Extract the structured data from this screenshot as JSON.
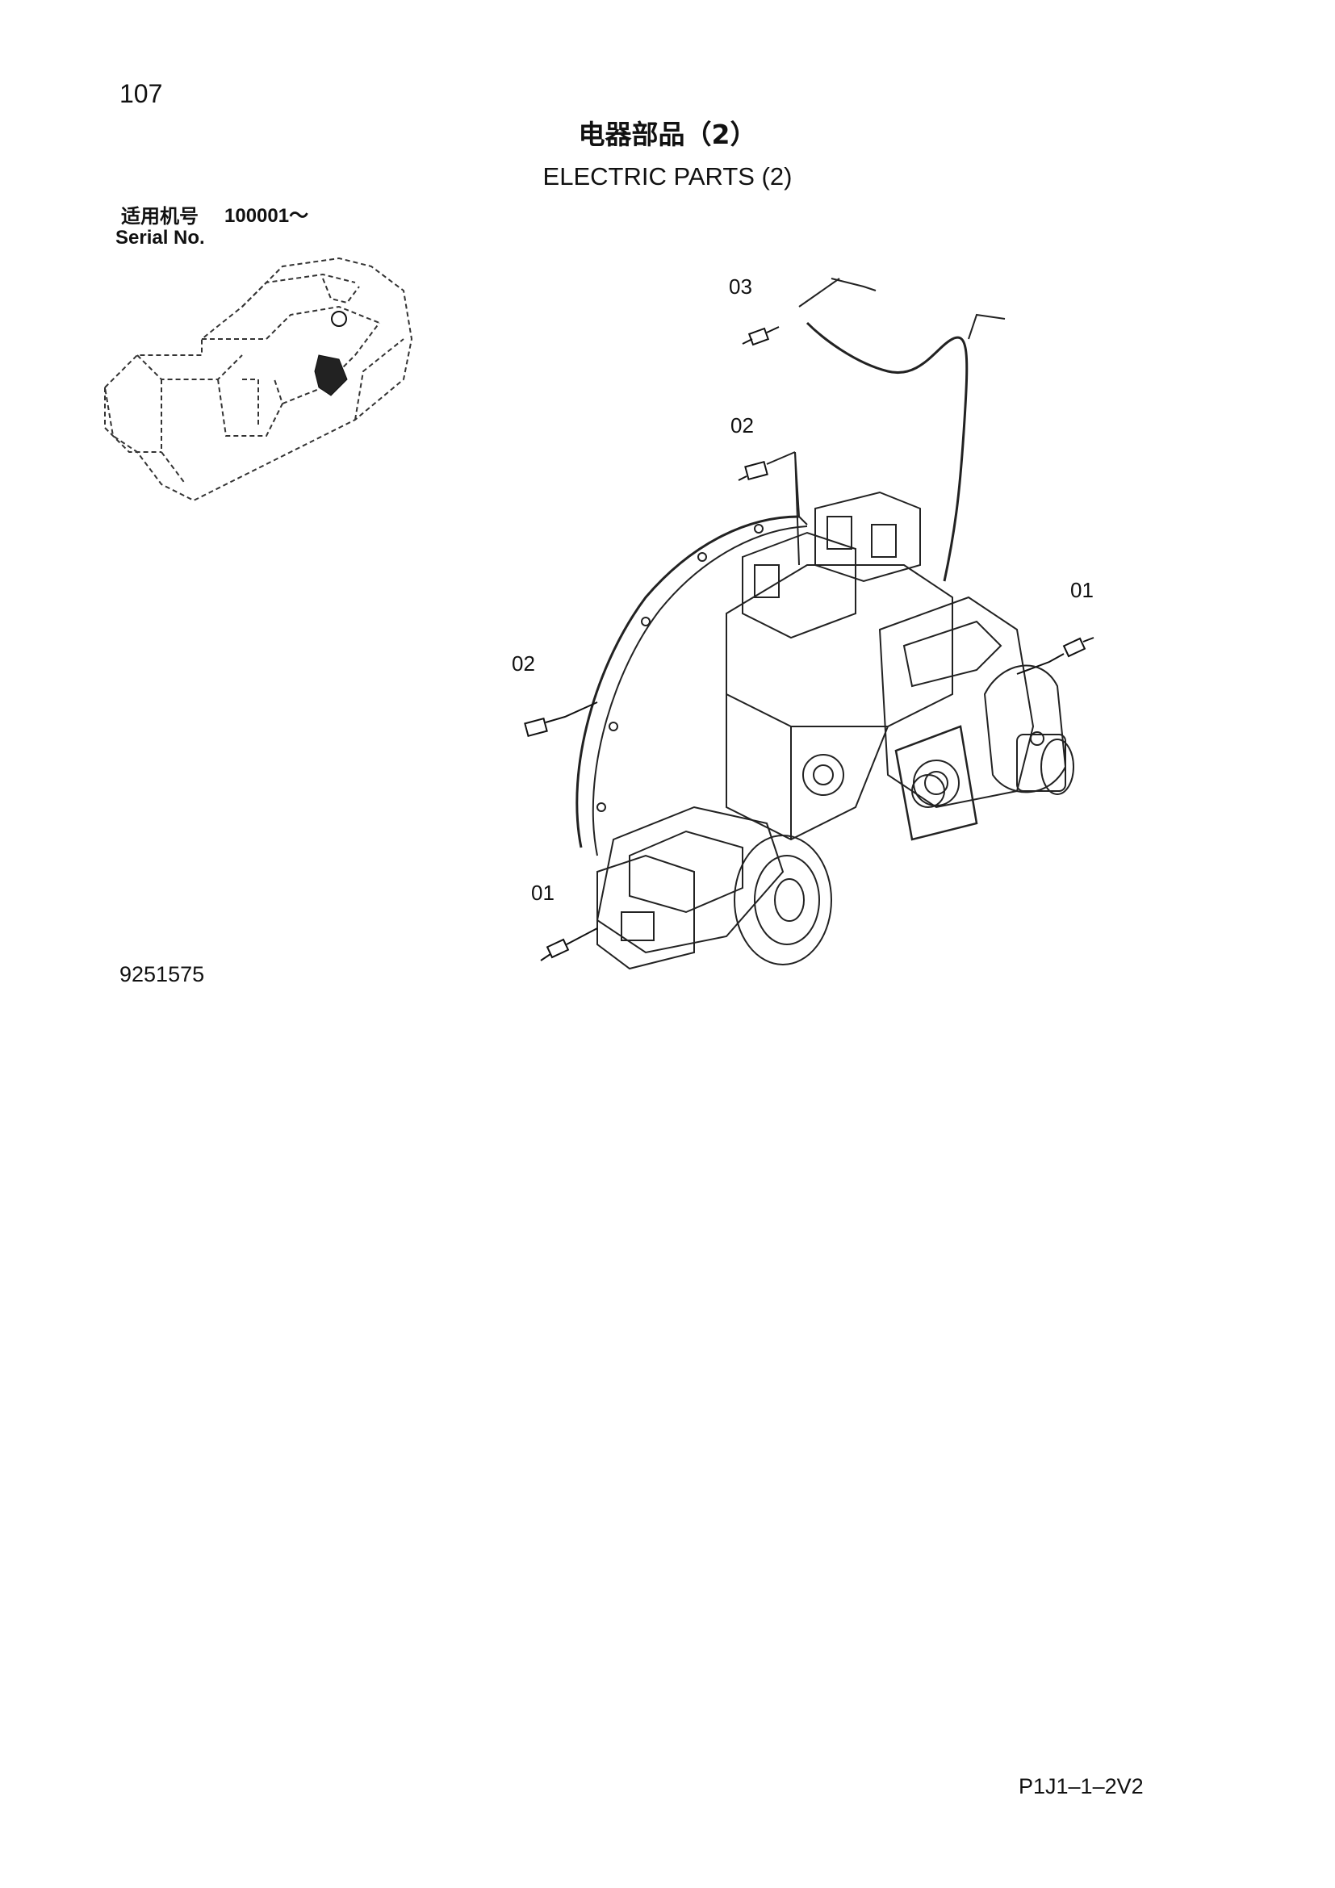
{
  "page": {
    "number": "107"
  },
  "title": {
    "chinese": "电器部品（2）",
    "english": "ELECTRIC PARTS (2)"
  },
  "applicability": {
    "chinese_label": "适用机号",
    "serial_range": "100001～",
    "english_label": "Serial No."
  },
  "callouts": [
    {
      "id": "c03",
      "label": "03"
    },
    {
      "id": "c02a",
      "label": "02"
    },
    {
      "id": "c01a",
      "label": "01"
    },
    {
      "id": "c02b",
      "label": "02"
    },
    {
      "id": "c01b",
      "label": "01"
    }
  ],
  "figure": {
    "number": "9251575"
  },
  "footer": {
    "code": "P1J1–1–2V2"
  },
  "colors": {
    "ink": "#111111",
    "paper": "#ffffff"
  }
}
